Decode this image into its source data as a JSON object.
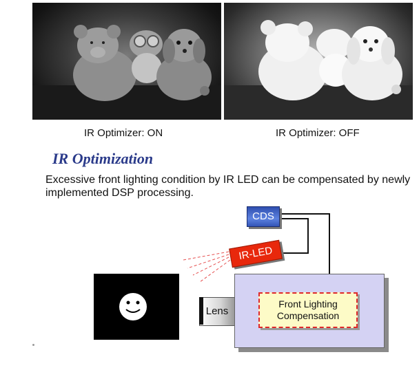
{
  "photos": {
    "left_caption": "IR Optimizer: ON",
    "right_caption": "IR Optimizer: OFF"
  },
  "section": {
    "title": "IR Optimization",
    "description": "Excessive front lighting condition by IR LED can be compensated by newly implemented DSP processing."
  },
  "diagram": {
    "cds_label": "CDS",
    "irled_label": "IR-LED",
    "lens_label": "Lens",
    "processor_label": "Front Lighting Compensation",
    "colors": {
      "cds": "#3b5fc4",
      "irled": "#e8280c",
      "processor": "#d4d2f3",
      "compensation_box": "#fdfbc7",
      "ir_rays": "#e65050"
    }
  }
}
